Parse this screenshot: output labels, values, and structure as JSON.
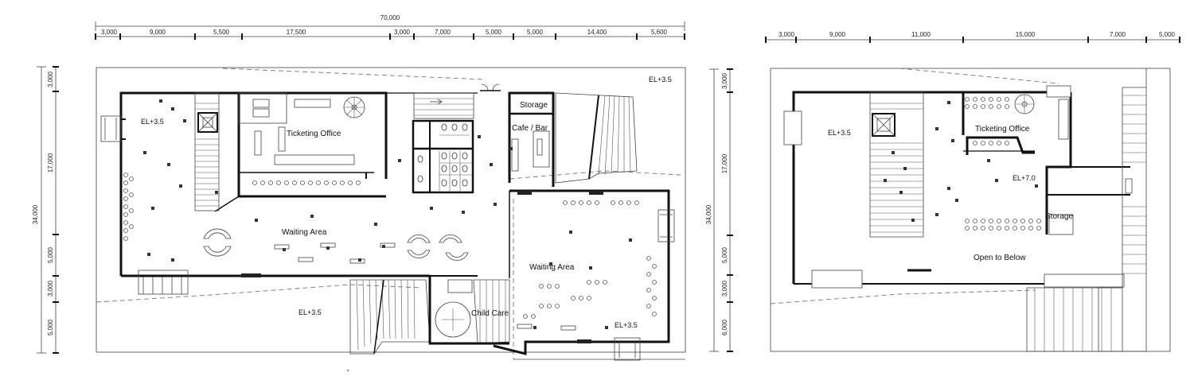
{
  "plans": [
    {
      "name": "ground-floor",
      "top_dims": [
        "3,000",
        "9,000",
        "5,500",
        "17,500",
        "3,000",
        "7,000",
        "5,000",
        "5,000",
        "14,400",
        "5,600"
      ],
      "total": "70,000",
      "left_dims": [
        "3,000",
        "17,000",
        "5,000",
        "3,000",
        "5,000"
      ],
      "left_total": "34,000",
      "rooms": {
        "ticketing": "Ticketing Office",
        "storage": "Storage",
        "cafe": "Cafe / Bar",
        "waiting_west": "Waiting Area",
        "waiting_east": "Waiting Area",
        "childcare": "Child Care"
      },
      "levels": {
        "ne": "EL+3.5",
        "west": "EL+3.5",
        "south": "EL+3.5",
        "se": "EL+3.5"
      }
    },
    {
      "name": "upper-floor",
      "top_dims": [
        "3,000",
        "9,000",
        "11,000",
        "15,000",
        "7,000",
        "5,000"
      ],
      "left_dims": [
        "3,000",
        "17,000",
        "5,000",
        "3,000",
        "6,000"
      ],
      "left_total": "34,000",
      "rooms": {
        "ticketing": "Ticketing Office",
        "storage": "Storage",
        "open": "Open to Below"
      },
      "levels": {
        "west": "EL+3.5",
        "mid": "EL+7.0"
      }
    }
  ]
}
